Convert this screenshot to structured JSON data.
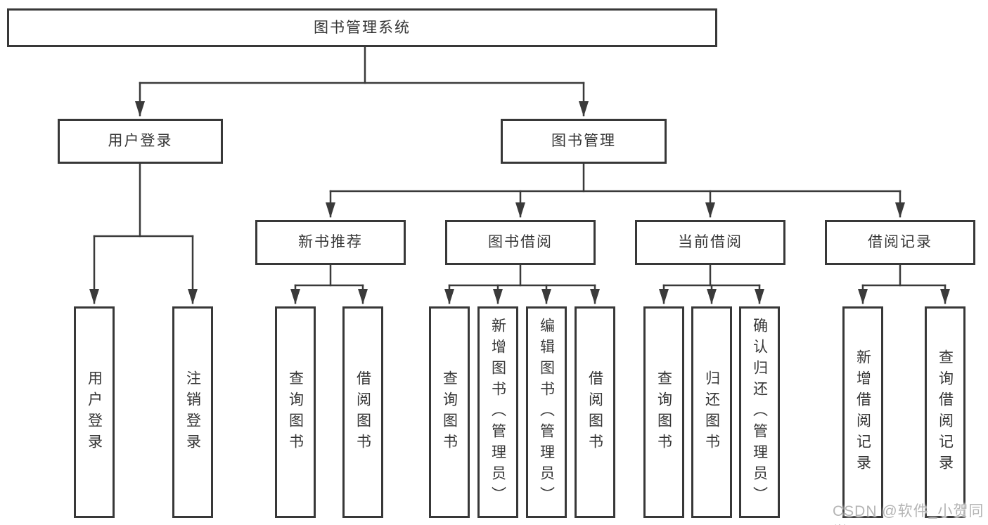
{
  "tree": {
    "root": {
      "label": "图书管理系统"
    },
    "branches": [
      {
        "label": "用户登录",
        "leaves": [
          "用户登录",
          "注销登录"
        ]
      },
      {
        "label": "图书管理",
        "sections": [
          {
            "label": "新书推荐",
            "leaves": [
              "查询图书",
              "借阅图书"
            ]
          },
          {
            "label": "图书借阅",
            "leaves": [
              "查询图书",
              "新增图书（管理员）",
              "编辑图书（管理员）",
              "借阅图书"
            ]
          },
          {
            "label": "当前借阅",
            "leaves": [
              "查询图书",
              "归还图书",
              "确认归还（管理员）"
            ]
          },
          {
            "label": "借阅记录",
            "leaves": [
              "新增借阅记录",
              "查询借阅记录"
            ]
          }
        ]
      }
    ]
  },
  "watermark": "CSDN @软件_小贺同学",
  "colors": {
    "line": "#3a3a3a",
    "border": "#383838",
    "text": "#363636",
    "watermark": "#b5b5b5",
    "background": "#ffffff"
  }
}
